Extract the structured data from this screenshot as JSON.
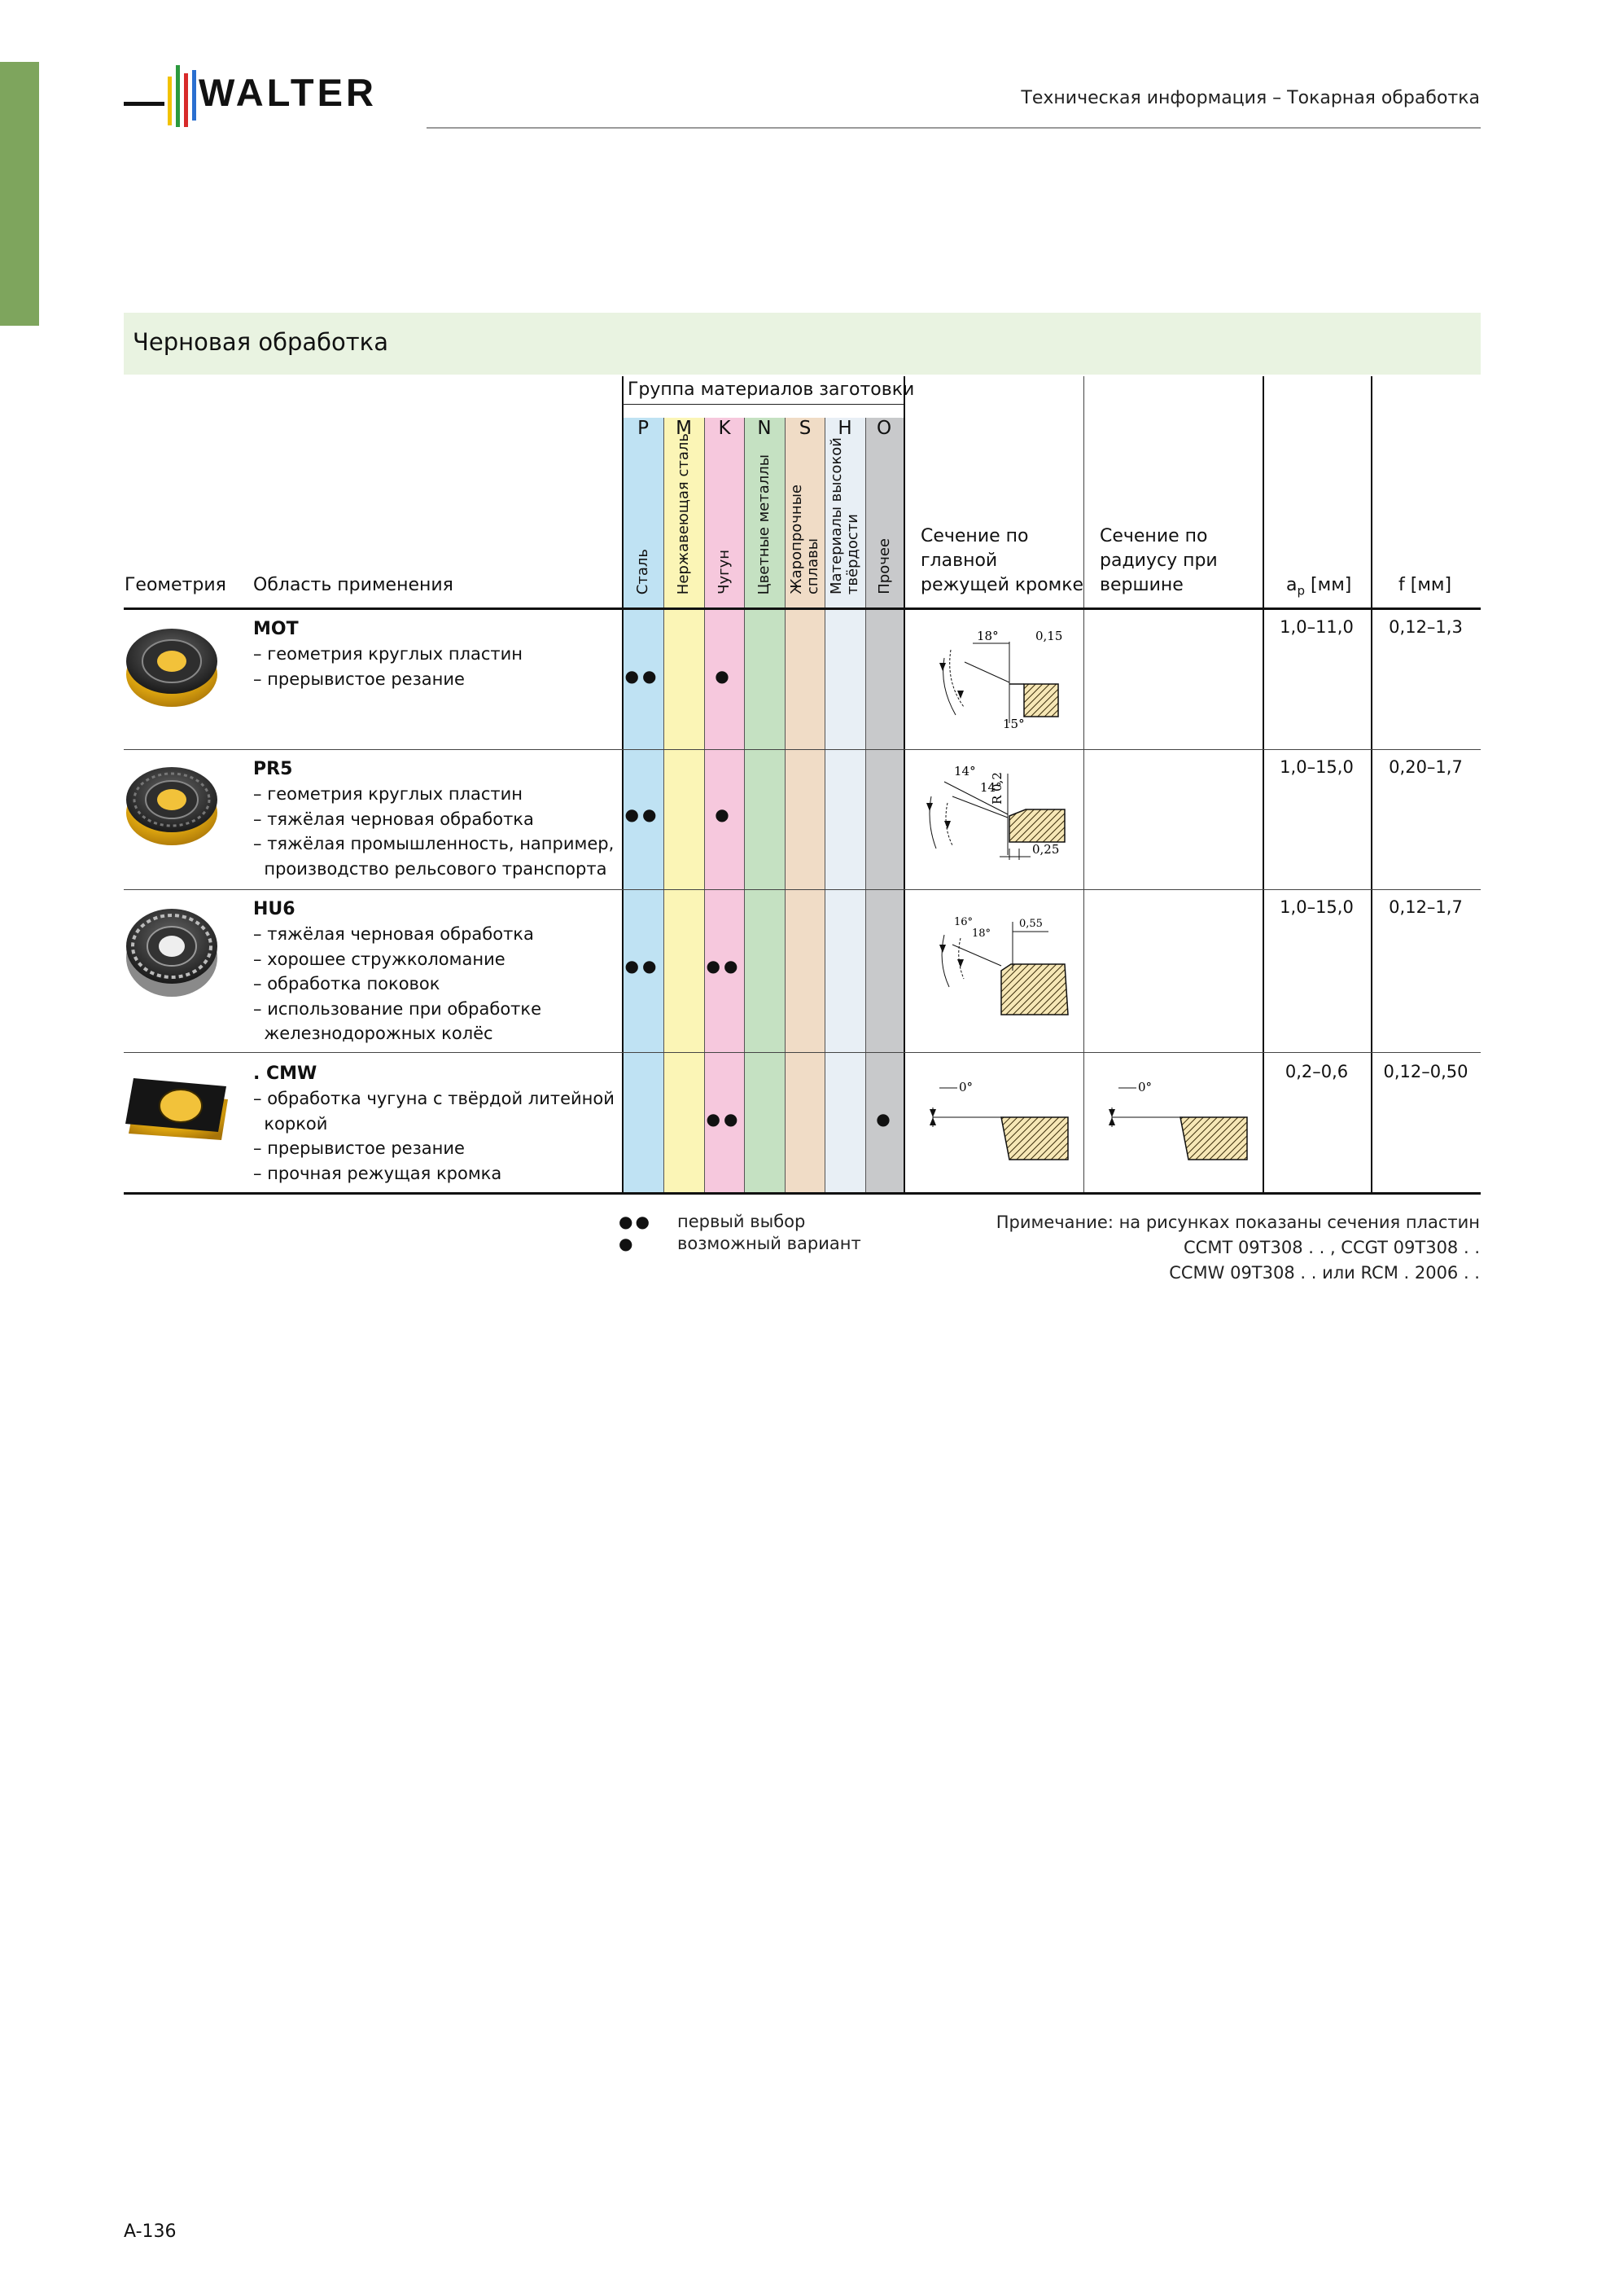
{
  "header": {
    "brand": "WALTER",
    "title": "Техническая информация – Токарная обработка"
  },
  "section": {
    "title": "Черновая обработка"
  },
  "table": {
    "columns": {
      "geometry": "Геометрия",
      "application": "Область применения",
      "material_group": "Группа материалов заготовки",
      "main_edge": [
        "Сечение по",
        "главной",
        "режущей кромке"
      ],
      "corner_radius": [
        "Сечение по",
        "радиусу при",
        "вершине"
      ],
      "ap": "ap [мм]",
      "ap_main": "a",
      "ap_sub": "p",
      "ap_unit": "[мм]",
      "f": "f [мм]"
    },
    "materials": [
      {
        "letter": "P",
        "name": "Сталь",
        "color": "#bfe2f3"
      },
      {
        "letter": "M",
        "name": "Нержавеющая сталь",
        "color": "#fbf5b6"
      },
      {
        "letter": "K",
        "name": "Чугун",
        "color": "#f6c8dd"
      },
      {
        "letter": "N",
        "name": "Цветные металлы",
        "color": "#c5e1c2"
      },
      {
        "letter": "S",
        "name": "Жаропрочные сплавы",
        "name_lines": [
          "Жаропрочные",
          "сплавы"
        ],
        "color": "#f0dcc6"
      },
      {
        "letter": "H",
        "name": "Материалы высокой твёрдости",
        "name_lines": [
          "Материалы высокой",
          "твёрдости"
        ],
        "color": "#e8eff5"
      },
      {
        "letter": "O",
        "name": "Прочее",
        "color": "#c8c9cb"
      }
    ],
    "rows": [
      {
        "geometry": "MOT",
        "applications": [
          "геометрия круглых пластин",
          "прерывистое резание"
        ],
        "marks": {
          "P": "●●",
          "K": "●"
        },
        "ap": "1,0–11,0",
        "f": "0,12–1,3",
        "diagram_labels": {
          "a": "18°",
          "b": "0,15",
          "c": "15°"
        }
      },
      {
        "geometry": "PR5",
        "applications": [
          "геометрия круглых пластин",
          "тяжёлая черновая обработка",
          "тяжёлая промышленность, например,",
          "производство рельсового транспорта"
        ],
        "marks": {
          "P": "●●",
          "K": "●"
        },
        "ap": "1,0–15,0",
        "f": "0,20–1,7",
        "diagram_labels": {
          "a": "14°",
          "b": "14°",
          "c": "R 0,2",
          "d": "0,25"
        }
      },
      {
        "geometry": "HU6",
        "applications": [
          "тяжёлая черновая обработка",
          "хорошее стружколомание",
          "обработка поковок",
          "использование при обработке",
          "железнодорожных колёс"
        ],
        "marks": {
          "P": "●●",
          "K": "●●"
        },
        "ap": "1,0–15,0",
        "f": "0,12–1,7",
        "diagram_labels": {
          "a": "16°",
          "b": "18°",
          "c": "0,55"
        }
      },
      {
        "geometry": ". CMW",
        "applications": [
          "обработка чугуна с твёрдой литейной",
          "коркой",
          "прерывистое резание",
          "прочная режущая кромка"
        ],
        "marks": {
          "K": "●●",
          "O": "●"
        },
        "ap": "0,2–0,6",
        "f": "0,12–0,50",
        "diagram_labels": {
          "a": "0°"
        },
        "radius_labels": {
          "a": "0°"
        }
      }
    ]
  },
  "legend": [
    {
      "mark": "●●",
      "text": "первый выбор"
    },
    {
      "mark": "●",
      "text": "возможный вариант"
    }
  ],
  "note": {
    "line1": "Примечание: на рисунках показаны сечения пластин",
    "line2": "CCMT 09T308 . . , CCGT 09T308 . .",
    "line3": "CCMW 09T308 . . или RCM . 2006 . ."
  },
  "page_number": "A-136"
}
